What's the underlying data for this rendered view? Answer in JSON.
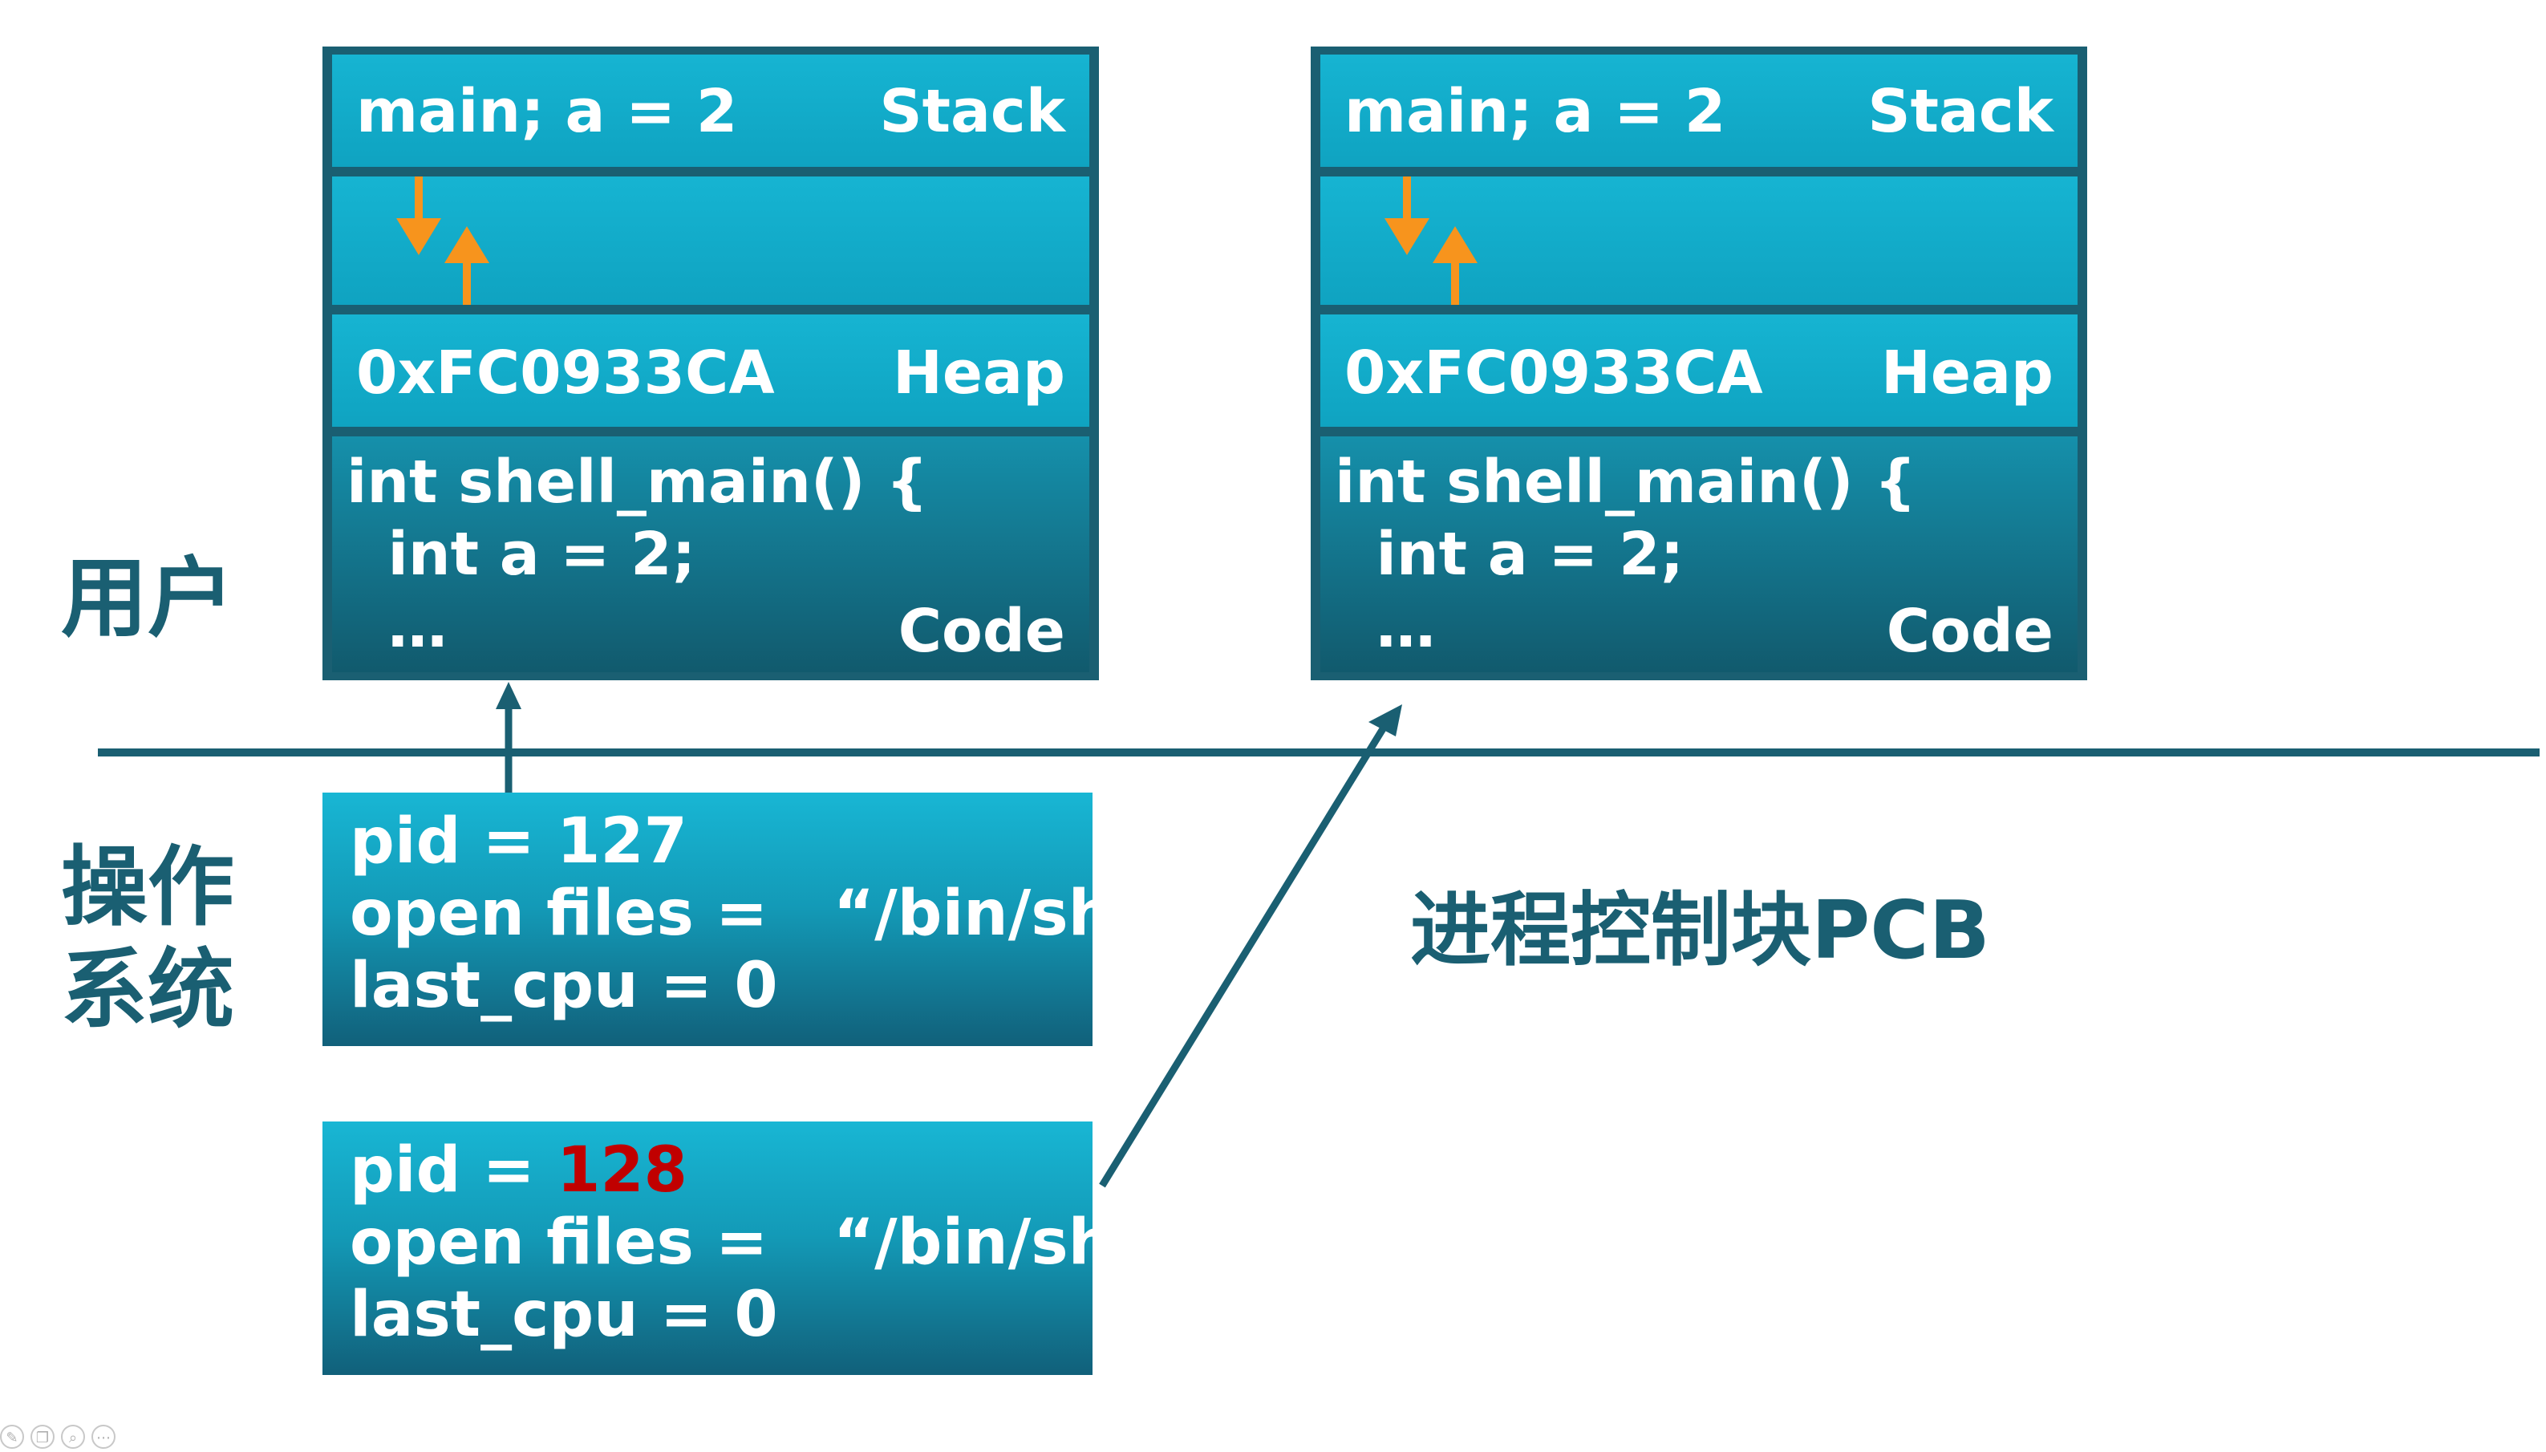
{
  "processes": [
    {
      "stack": {
        "text": "main; a = 2",
        "label": "Stack"
      },
      "heap": {
        "text": "0xFC0933CA",
        "label": "Heap"
      },
      "code": {
        "lines": [
          "int shell_main() {",
          "  int a = 2;",
          "  …"
        ],
        "label": "Code"
      }
    },
    {
      "stack": {
        "text": "main; a = 2",
        "label": "Stack"
      },
      "heap": {
        "text": "0xFC0933CA",
        "label": "Heap"
      },
      "code": {
        "lines": [
          "int shell_main() {",
          "  int a = 2;",
          "  …"
        ],
        "label": "Code"
      }
    }
  ],
  "labels": {
    "user": "用户",
    "os_line1": "操作",
    "os_line2": "系统",
    "pcb_caption": "进程控制块PCB"
  },
  "pcbs": [
    {
      "pid_label": "pid = ",
      "pid_value": "127",
      "open_files": "open files =   “/bin/sh”",
      "last_cpu": "last_cpu = 0",
      "pid_value_color": "#ffffff"
    },
    {
      "pid_label": "pid = ",
      "pid_value": "128",
      "open_files": "open files =   “/bin/sh”",
      "last_cpu": "last_cpu = 0",
      "pid_value_color": "#c00000"
    }
  ],
  "colors": {
    "frame": "#1a5f72",
    "segment_light": "#12acc9",
    "arrow_orange": "#f7941d",
    "text_dark": "#1a5f72",
    "highlight_red": "#c00000"
  },
  "icons": [
    "pen-icon",
    "copy-icon",
    "zoom-icon",
    "more-icon"
  ]
}
